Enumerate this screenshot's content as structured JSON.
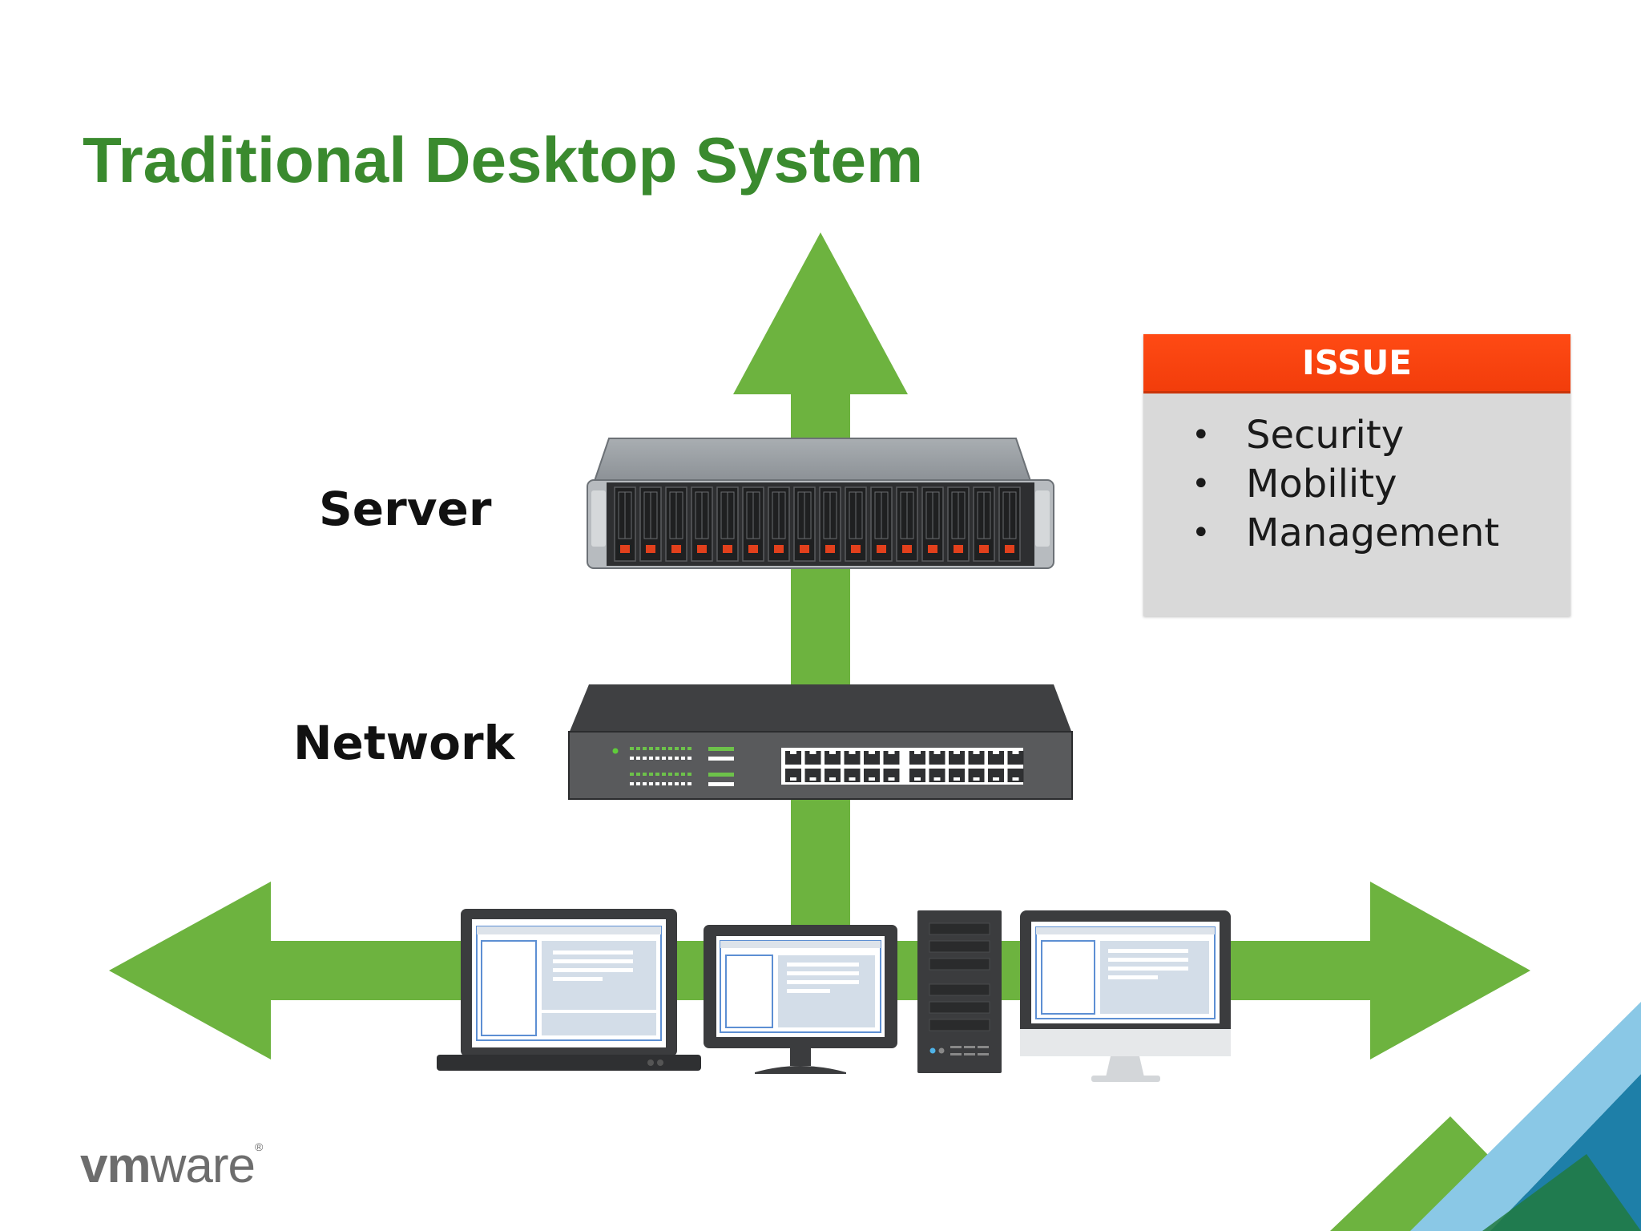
{
  "slide": {
    "title": "Traditional Desktop System",
    "layers": {
      "server": "Server",
      "network": "Network"
    },
    "issue": {
      "header": "ISSUE",
      "items": [
        "Security",
        "Mobility",
        "Management"
      ]
    },
    "brand": {
      "part1": "vm",
      "part2": "ware",
      "mark": "®"
    },
    "icons": [
      "rack-server-icon",
      "network-switch-icon",
      "laptop-icon",
      "monitor-icon",
      "desktop-tower-icon",
      "all-in-one-computer-icon"
    ]
  },
  "colors": {
    "title": "#3a8a2e",
    "arrow": "#6db33f",
    "issue_header": "#f23d0b",
    "issue_panel": "#d9d9d9",
    "brand_text": "#6d6d6d"
  }
}
